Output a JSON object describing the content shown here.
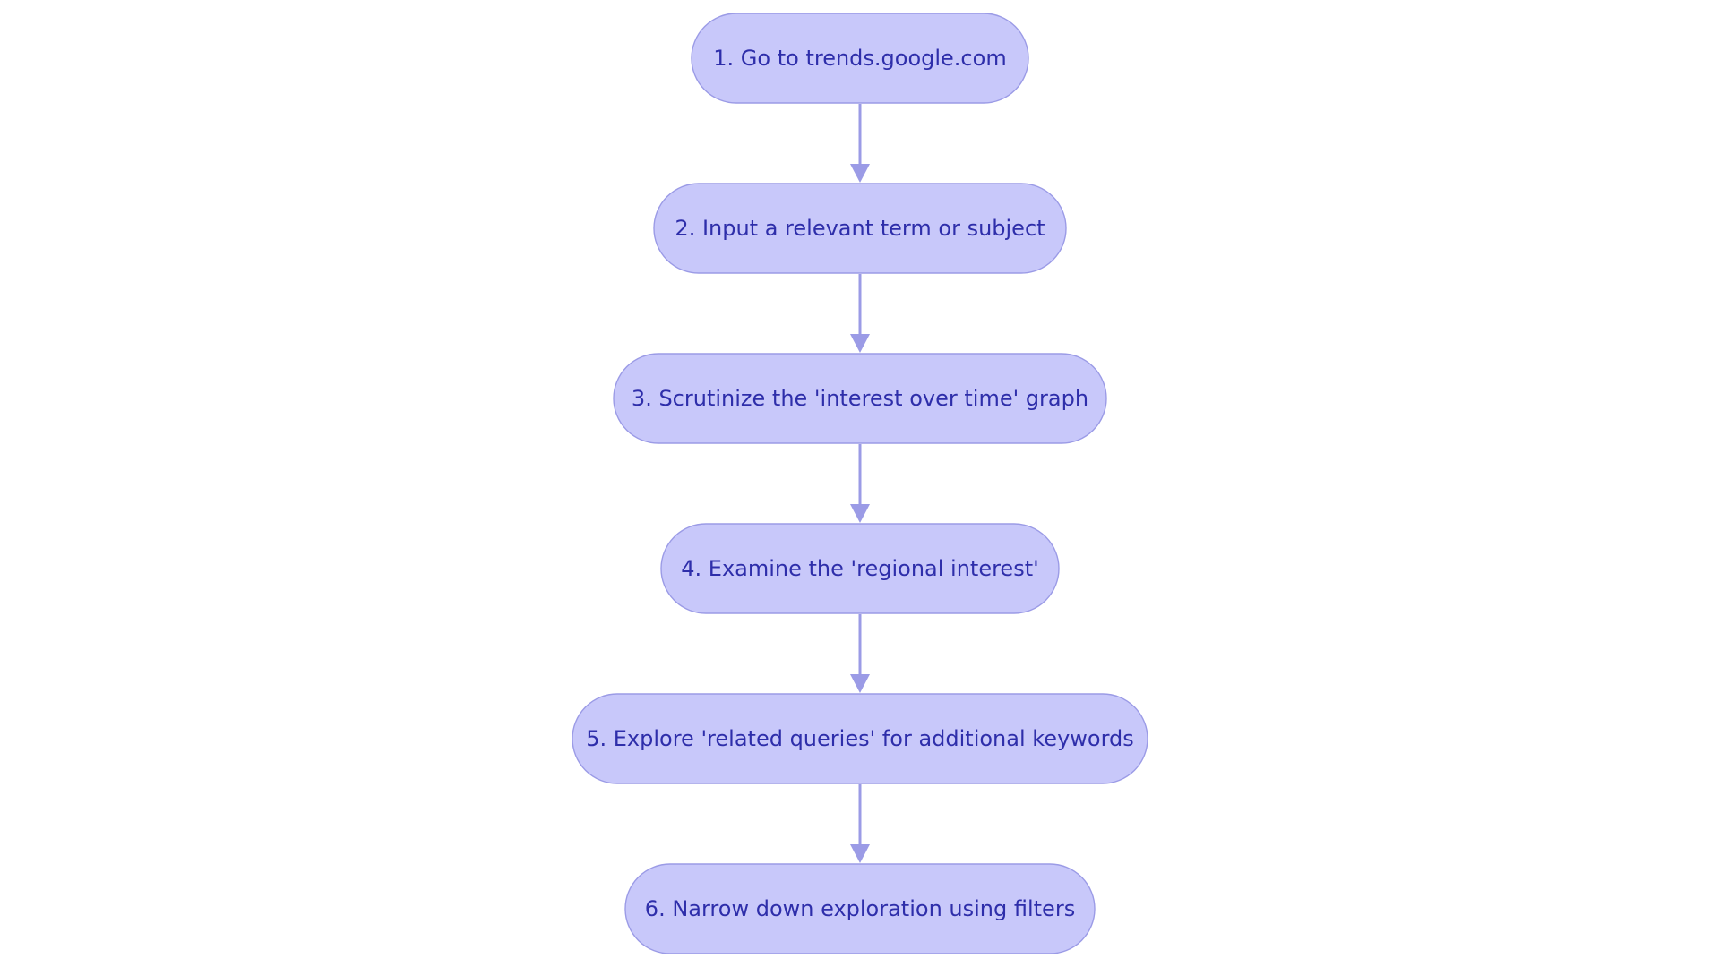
{
  "colors": {
    "node_fill": "#c8c8fa",
    "node_border": "#9b9be6",
    "node_text": "#2e2eaa",
    "edge": "#9b9be6",
    "background": "#ffffff"
  },
  "steps": [
    "1. Go to trends.google.com",
    "2. Input a relevant term or subject",
    "3. Scrutinize the 'interest over time' graph",
    "4. Examine the 'regional interest'",
    "5. Explore 'related queries' for additional keywords",
    "6. Narrow down exploration using filters"
  ]
}
